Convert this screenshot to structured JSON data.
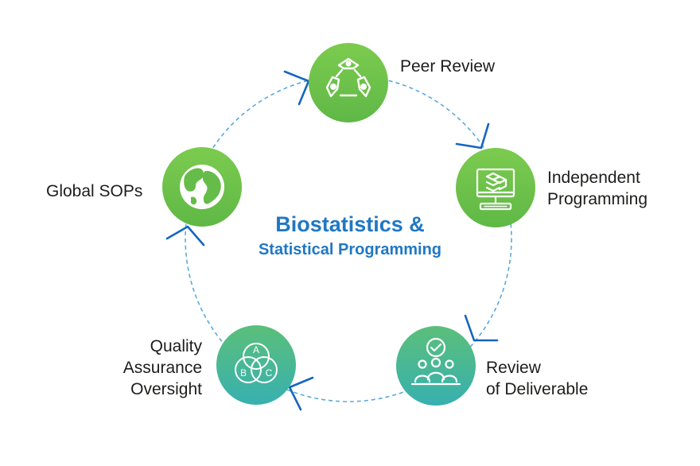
{
  "diagram": {
    "center": {
      "line1": "Biostatistics &",
      "line2": "Statistical Programming"
    },
    "nodes": [
      {
        "id": "peer-review",
        "label_lines": [
          "Peer Review"
        ],
        "icon": "recycle-arrows-icon"
      },
      {
        "id": "independent-programming",
        "label_lines": [
          "Independent",
          "Programming"
        ],
        "icon": "computer-layers-icon"
      },
      {
        "id": "review-of-deliverable",
        "label_lines": [
          "Review",
          "of Deliverable"
        ],
        "icon": "team-checkmark-icon"
      },
      {
        "id": "quality-assurance-oversight",
        "label_lines": [
          "Quality",
          "Assurance",
          "Oversight"
        ],
        "icon": "venn-abc-icon",
        "venn_letters": [
          "A",
          "B",
          "C"
        ]
      },
      {
        "id": "global-sops",
        "label_lines": [
          "Global SOPs"
        ],
        "icon": "globe-icon"
      }
    ],
    "colors": {
      "green": "#6cc24a",
      "teal": "#3fb5a5",
      "title_blue": "#1f78c4",
      "arrow_blue": "#1565c0",
      "dashed_circle": "#5aa9dc",
      "label_text": "#1d1d1b"
    }
  }
}
